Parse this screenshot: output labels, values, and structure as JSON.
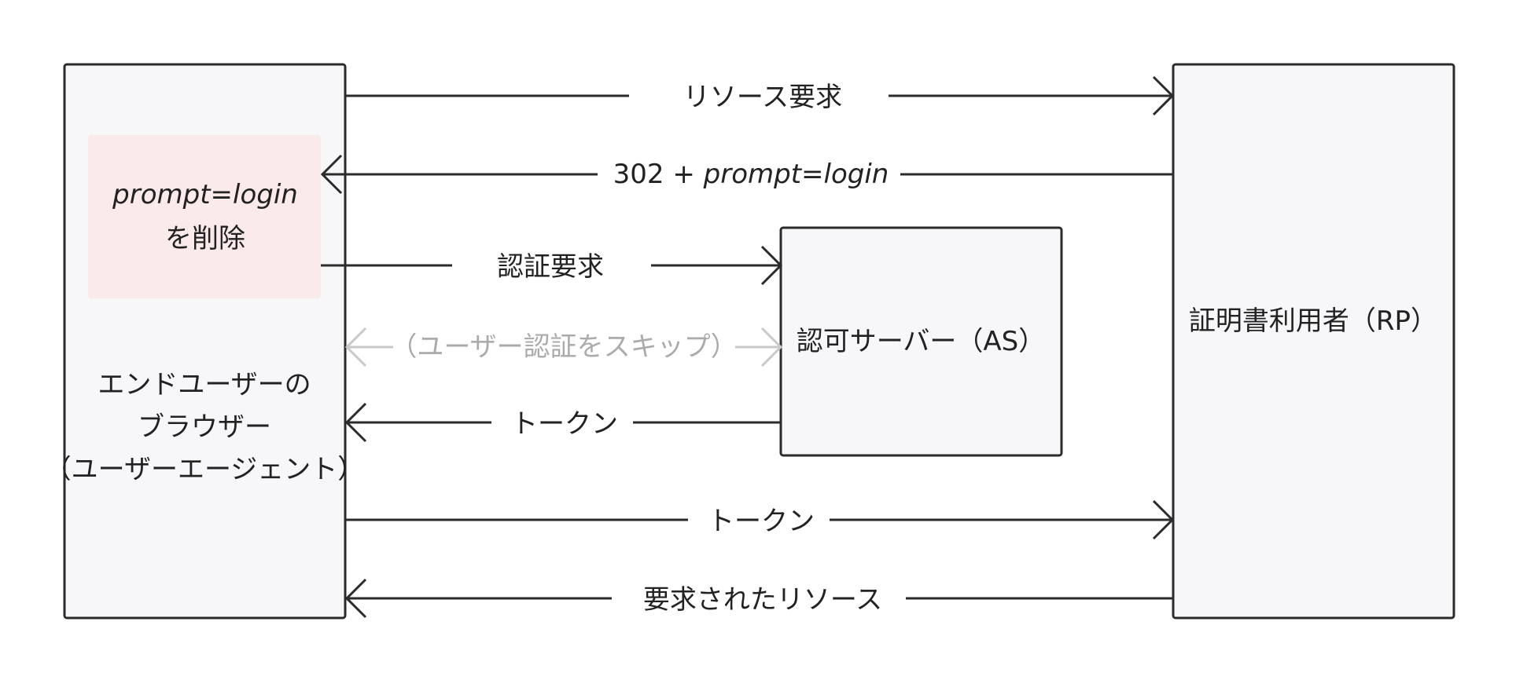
{
  "nodes": {
    "browser": {
      "lines": [
        "エンドユーザーの",
        "ブラウザー",
        "（ユーザーエージェント）"
      ]
    },
    "as": {
      "label": "認可サーバー（AS）"
    },
    "rp": {
      "label": "証明書利用者（RP）"
    }
  },
  "note": {
    "line1": "prompt=login",
    "line2": "を削除"
  },
  "arrows": {
    "resource_request": "リソース要求",
    "redirect_prefix": "302 + ",
    "redirect_param": "prompt=login",
    "auth_request": "認証要求",
    "skip_auth": "（ユーザー認証をスキップ）",
    "token_from_as": "トークン",
    "token_to_rp": "トークン",
    "requested_resource": "要求されたリソース"
  },
  "colors": {
    "box_fill": "#f7f7fa",
    "box_stroke": "#2b2b2b",
    "note_fill": "#fbeaea",
    "muted": "#c9c9c9"
  }
}
